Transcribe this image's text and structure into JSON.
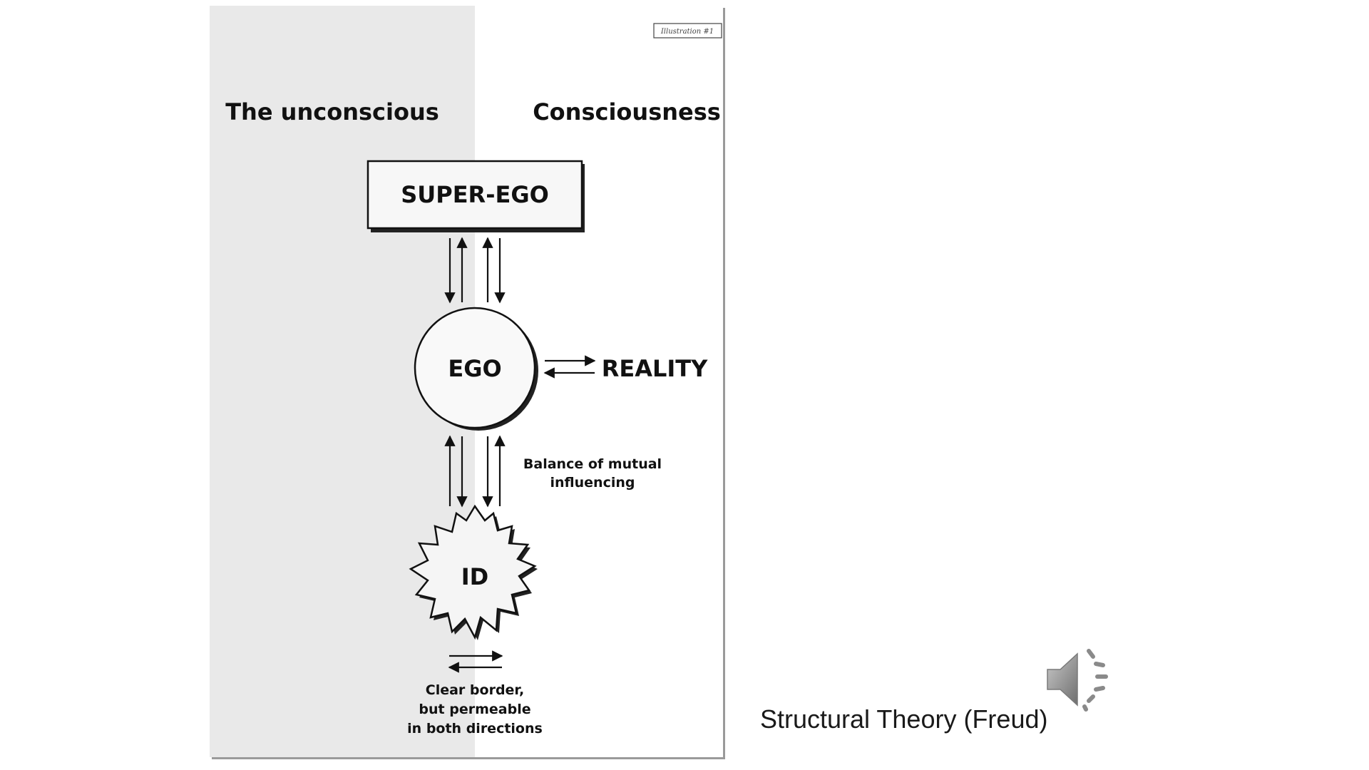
{
  "slide": {
    "caption": "Structural Theory (Freud)",
    "audio_icon": "speaker-icon"
  },
  "diagram": {
    "corner_tag": "Illustration #1",
    "region_left": "The unconscious",
    "region_right": "Consciousness",
    "superego": "SUPER-EGO",
    "ego": "EGO",
    "reality": "REALITY",
    "id": "ID",
    "balance_line1": "Balance of mutual",
    "balance_line2": "influencing",
    "border_line1": "Clear border,",
    "border_line2": "but permeable",
    "border_line3": "in both directions"
  },
  "colors": {
    "unconscious_shade": "#e9e9e9",
    "ink": "#111111",
    "caption_text": "#1a1a1a",
    "speaker_gray": "#8a8a8a"
  }
}
